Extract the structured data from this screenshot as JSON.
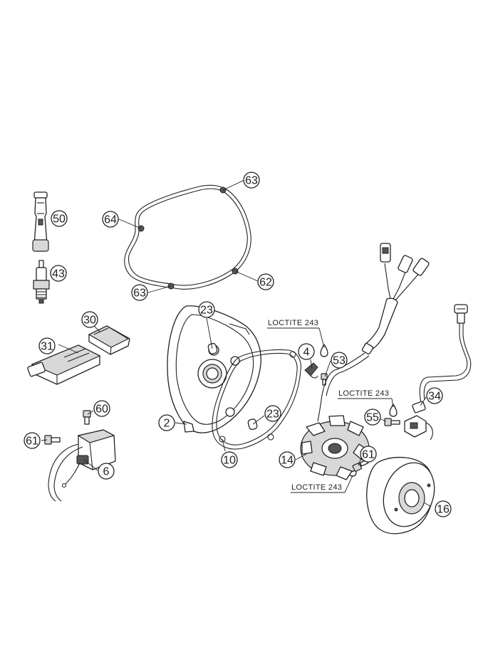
{
  "callouts": {
    "p63a": "63",
    "p64": "64",
    "p62": "62",
    "p63b": "63",
    "p50": "50",
    "p43": "43",
    "p30": "30",
    "p31": "31",
    "p23a": "23",
    "p23b": "23",
    "p2": "2",
    "p10": "10",
    "p4": "4",
    "p53": "53",
    "p60": "60",
    "p61a": "61",
    "p6": "6",
    "p14": "14",
    "p61b": "61",
    "p16": "16",
    "p34": "34",
    "p55": "55"
  },
  "notes": {
    "loctite1": "LOCTITE 243",
    "loctite2": "LOCTITE 243",
    "loctite3": "LOCTITE 243"
  },
  "colors": {
    "line": "#222222",
    "background": "#ffffff"
  }
}
